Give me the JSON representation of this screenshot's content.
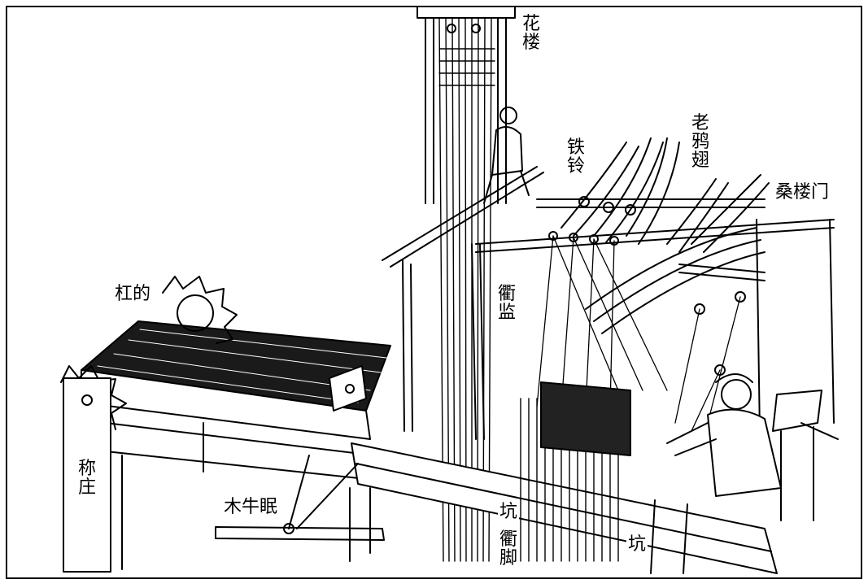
{
  "labels": {
    "hualou": "花楼",
    "tieling": "铁铃",
    "laoyachi": "老鸦翅",
    "sangloumen": "桑楼门",
    "gangdi": "杠的",
    "qujian": "衢监",
    "chengzhuang": "称庄",
    "muniumian": "木牛眠",
    "keng_center": "坑",
    "qujiao": "衢脚",
    "keng_right": "坑"
  }
}
